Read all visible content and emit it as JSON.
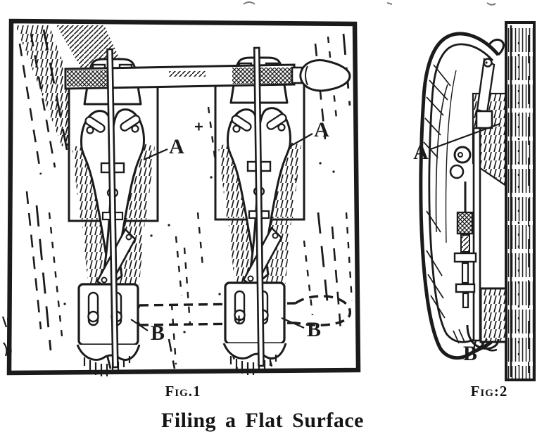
{
  "page": {
    "title": "Filing a Flat Surface"
  },
  "colors": {
    "ink": "#1b1b1b",
    "paper": "#ffffff"
  },
  "fig1": {
    "caption": "Fig.1",
    "labels": {
      "a_left": "A",
      "a_right": "A",
      "b_left": "B",
      "b_right": "B"
    }
  },
  "fig2": {
    "caption": "Fig:2",
    "labels": {
      "a": "A",
      "b": "B"
    }
  }
}
